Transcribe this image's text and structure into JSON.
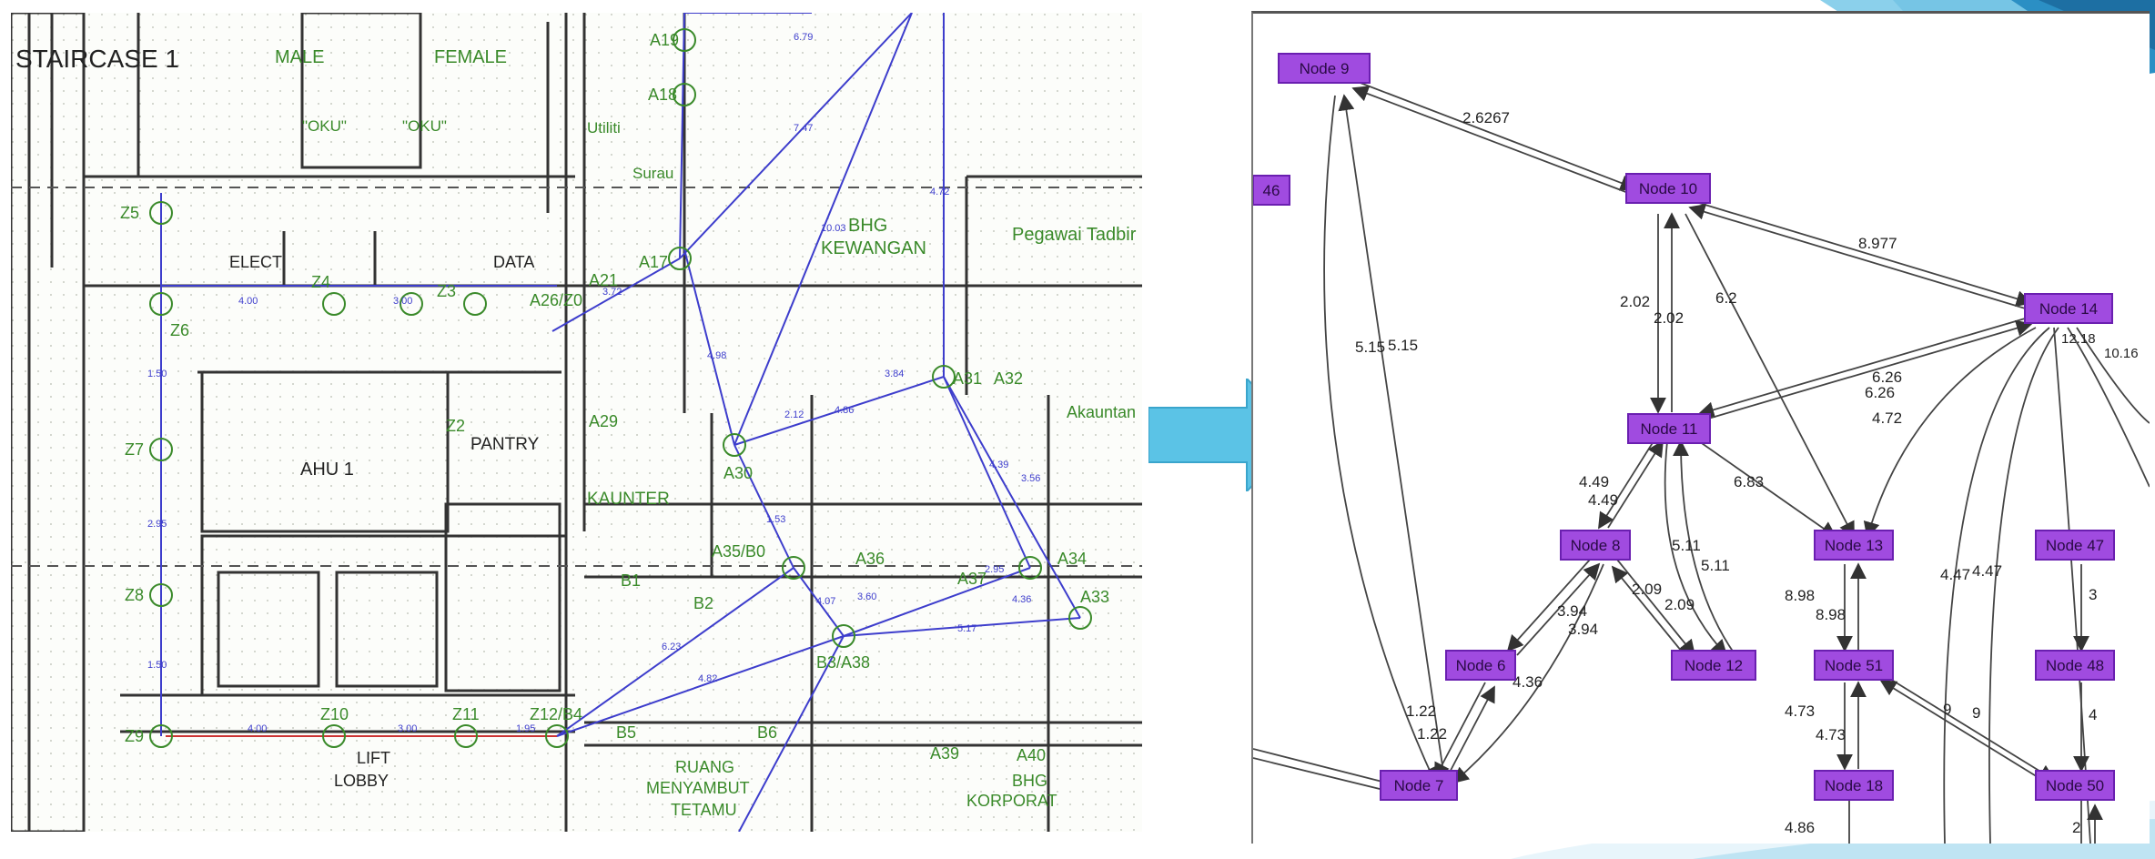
{
  "floorplan": {
    "rooms": {
      "staircase": "STAIRCASE 1",
      "male": "MALE",
      "female": "FEMALE",
      "oku": "\"OKU\"",
      "oku2": "\"OKU\"",
      "utiliti": "Utiliti",
      "surau": "Surau",
      "elect": "ELECT",
      "data": "DATA",
      "bhg": "BHG",
      "kewangan": "KEWANGAN",
      "pegawai": "Pegawai Tadbir",
      "ahu": "AHU 1",
      "pantry": "PANTRY",
      "kaunter": "KAUNTER",
      "akauntan": "Akauntan",
      "lift": "LIFT",
      "lobby": "LOBBY",
      "ruang": "RUANG",
      "menyambut": "MENYAMBUT",
      "tetamu": "TETAMU",
      "bhg2": "BHG",
      "korporat": "KORPORAT"
    },
    "nodes": {
      "z5": "Z5",
      "z6": "Z6",
      "z7": "Z7",
      "z8": "Z8",
      "z9": "Z9",
      "z10": "Z10",
      "z11": "Z11",
      "z12": "Z12/B4",
      "z2": "Z2",
      "z3": "Z3",
      "z4": "Z4",
      "a17": "A17",
      "a18": "A18",
      "a19": "A19",
      "a21": "A21",
      "a26": "A26/Z0",
      "a29": "A29",
      "a30": "A30",
      "a31": "A31",
      "a32": "A32",
      "a33": "A33",
      "a34": "A34",
      "a35": "A35/B0",
      "a36": "A36",
      "a37": "A37",
      "a38": "A38",
      "a39": "A39",
      "a40": "A40",
      "b1": "B1",
      "b2": "B2",
      "b3": "B3/A38",
      "b5": "B5",
      "b6": "B6"
    },
    "edge_labels": [
      "4.00",
      "3.00",
      "3.72",
      "4.00",
      "3.00",
      "1.95",
      "1.50",
      "2.95",
      "1.50",
      "7.47",
      "10.03",
      "4.72",
      "6.79",
      "3.84",
      "4.98",
      "2.12",
      "4.86",
      "4.39",
      "3.56",
      "1.53",
      "4.07",
      "3.60",
      "6.23",
      "5.17",
      "4.36",
      "4.82",
      "2.95"
    ]
  },
  "graph": {
    "nodes": [
      {
        "id": "n9",
        "label": "Node 9"
      },
      {
        "id": "n46",
        "label": "46"
      },
      {
        "id": "n10",
        "label": "Node 10"
      },
      {
        "id": "n14",
        "label": "Node 14"
      },
      {
        "id": "n11",
        "label": "Node 11"
      },
      {
        "id": "n8",
        "label": "Node 8"
      },
      {
        "id": "n13",
        "label": "Node 13"
      },
      {
        "id": "n47",
        "label": "Node 47"
      },
      {
        "id": "n6",
        "label": "Node 6"
      },
      {
        "id": "n12",
        "label": "Node 12"
      },
      {
        "id": "n51",
        "label": "Node 51"
      },
      {
        "id": "n48",
        "label": "Node 48"
      },
      {
        "id": "n7",
        "label": "Node 7"
      },
      {
        "id": "n18",
        "label": "Node 18"
      },
      {
        "id": "n50",
        "label": "Node 50"
      }
    ],
    "edge_labels": {
      "e9_10": "2.6267",
      "e10_14": "8.977",
      "e10_11a": "2.02",
      "e10_11b": "2.02",
      "e10_13": "6.2",
      "e14_11a": "6.26",
      "e14_11b": "6.26",
      "e14_13": "4.72",
      "e14_r": "12.18",
      "e14_r2": "10.16",
      "e9_7a": "5.15",
      "e9_7b": "5.15",
      "e11_8a": "4.49",
      "e11_8b": "4.49",
      "e11_13": "6.83",
      "e11_12a": "5.11",
      "e11_12b": "5.11",
      "e8_6a": "3.94",
      "e8_6b": "3.94",
      "e8_12a": "2.09",
      "e8_12b": "2.09",
      "e13_51a": "8.98",
      "e13_51b": "8.98",
      "e14_51a": "4.47",
      "e14_51b": "4.47",
      "e47_48": "3",
      "e6_7a": "1.22",
      "e6_7b": "1.22",
      "e8_7": "4.36",
      "e51_18a": "4.73",
      "e51_18b": "4.73",
      "e51_50a": "9",
      "e51_50b": "9",
      "e48_50": "4",
      "e18_low": "4.86",
      "e50_low": "2"
    }
  },
  "colors": {
    "node_fill": "#a04be0",
    "node_border": "#6a1fb0",
    "arrow_fill": "#5bc3e6",
    "plan_line": "#3d3dcc",
    "plan_text": "#3a8a2a",
    "wall": "#333333"
  }
}
